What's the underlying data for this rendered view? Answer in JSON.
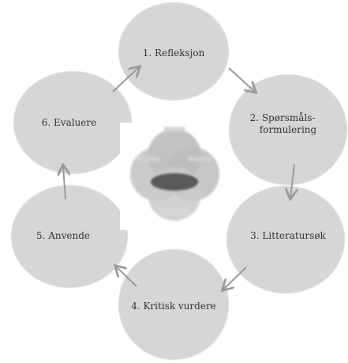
{
  "cycle": {
    "steps": [
      {
        "label": "1. Refleksjon"
      },
      {
        "label_line1": "2. Spørsmåls-",
        "label_line2": "formulering"
      },
      {
        "label": "3. Litteratursøk"
      },
      {
        "label": "4. Kritisk vurdere"
      },
      {
        "label": "5. Anvende"
      },
      {
        "label": "6. Evaluere"
      }
    ]
  },
  "colors": {
    "node_fill": "#d6d6d6",
    "arrow": "#9a9a9a",
    "text": "#333333"
  }
}
